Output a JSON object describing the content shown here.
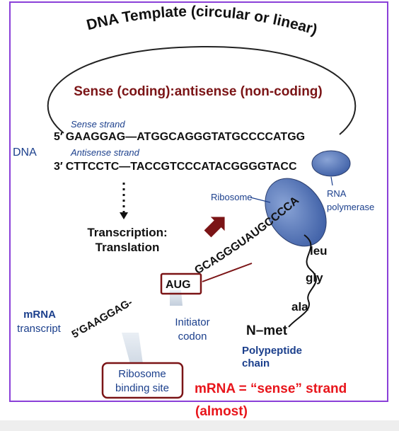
{
  "title": "DNA Template (circular or linear)",
  "subtitle": "Sense (coding):antisense (non-coding)",
  "dna_label": "DNA",
  "sense_strand": {
    "label": "Sense strand",
    "prime": "5′",
    "seq_a": "GAAGGAG",
    "dash": "—",
    "seq_b": "ATGGCAGGGTATGCCCCATGG"
  },
  "antisense_strand": {
    "label": "Antisense strand",
    "prime": "3′",
    "seq_a": "CTTCCTC",
    "dash": "—",
    "seq_b": "TACCGTCCCATACGGGGT",
    "seq_c": "ACC"
  },
  "transcription": {
    "line1": "Transcription:",
    "line2": "Translation"
  },
  "ribosome_label": "Ribosome",
  "rna_polymerase": {
    "line1": "RNA",
    "line2": "polymerase"
  },
  "mrna": {
    "prime": "5′",
    "seq1": "GAAGGAG-",
    "seq2": "AUG",
    "seq3": "GCAGGGUAUGCCCCA"
  },
  "mrna_transcript": {
    "line1": "mRNA",
    "line2": "transcript"
  },
  "initiator_codon": {
    "line1": "Initiator",
    "line2": "codon"
  },
  "ribosome_binding_site": {
    "line1": "Ribosome",
    "line2": "binding site"
  },
  "amino_acids": [
    "leu",
    "gly",
    "ala"
  ],
  "n_met": "N–met",
  "polypeptide": {
    "line1": "Polypeptide",
    "line2": "chain"
  },
  "note": {
    "line1": "mRNA = “sense” strand",
    "line2": "(almost)"
  },
  "colors": {
    "dark_red": "#7b1416",
    "red_text": "#e8151b",
    "navy": "#1b3f8c",
    "ribosome_fill": "#5b7bbf",
    "frame": "#8a3fd8"
  }
}
